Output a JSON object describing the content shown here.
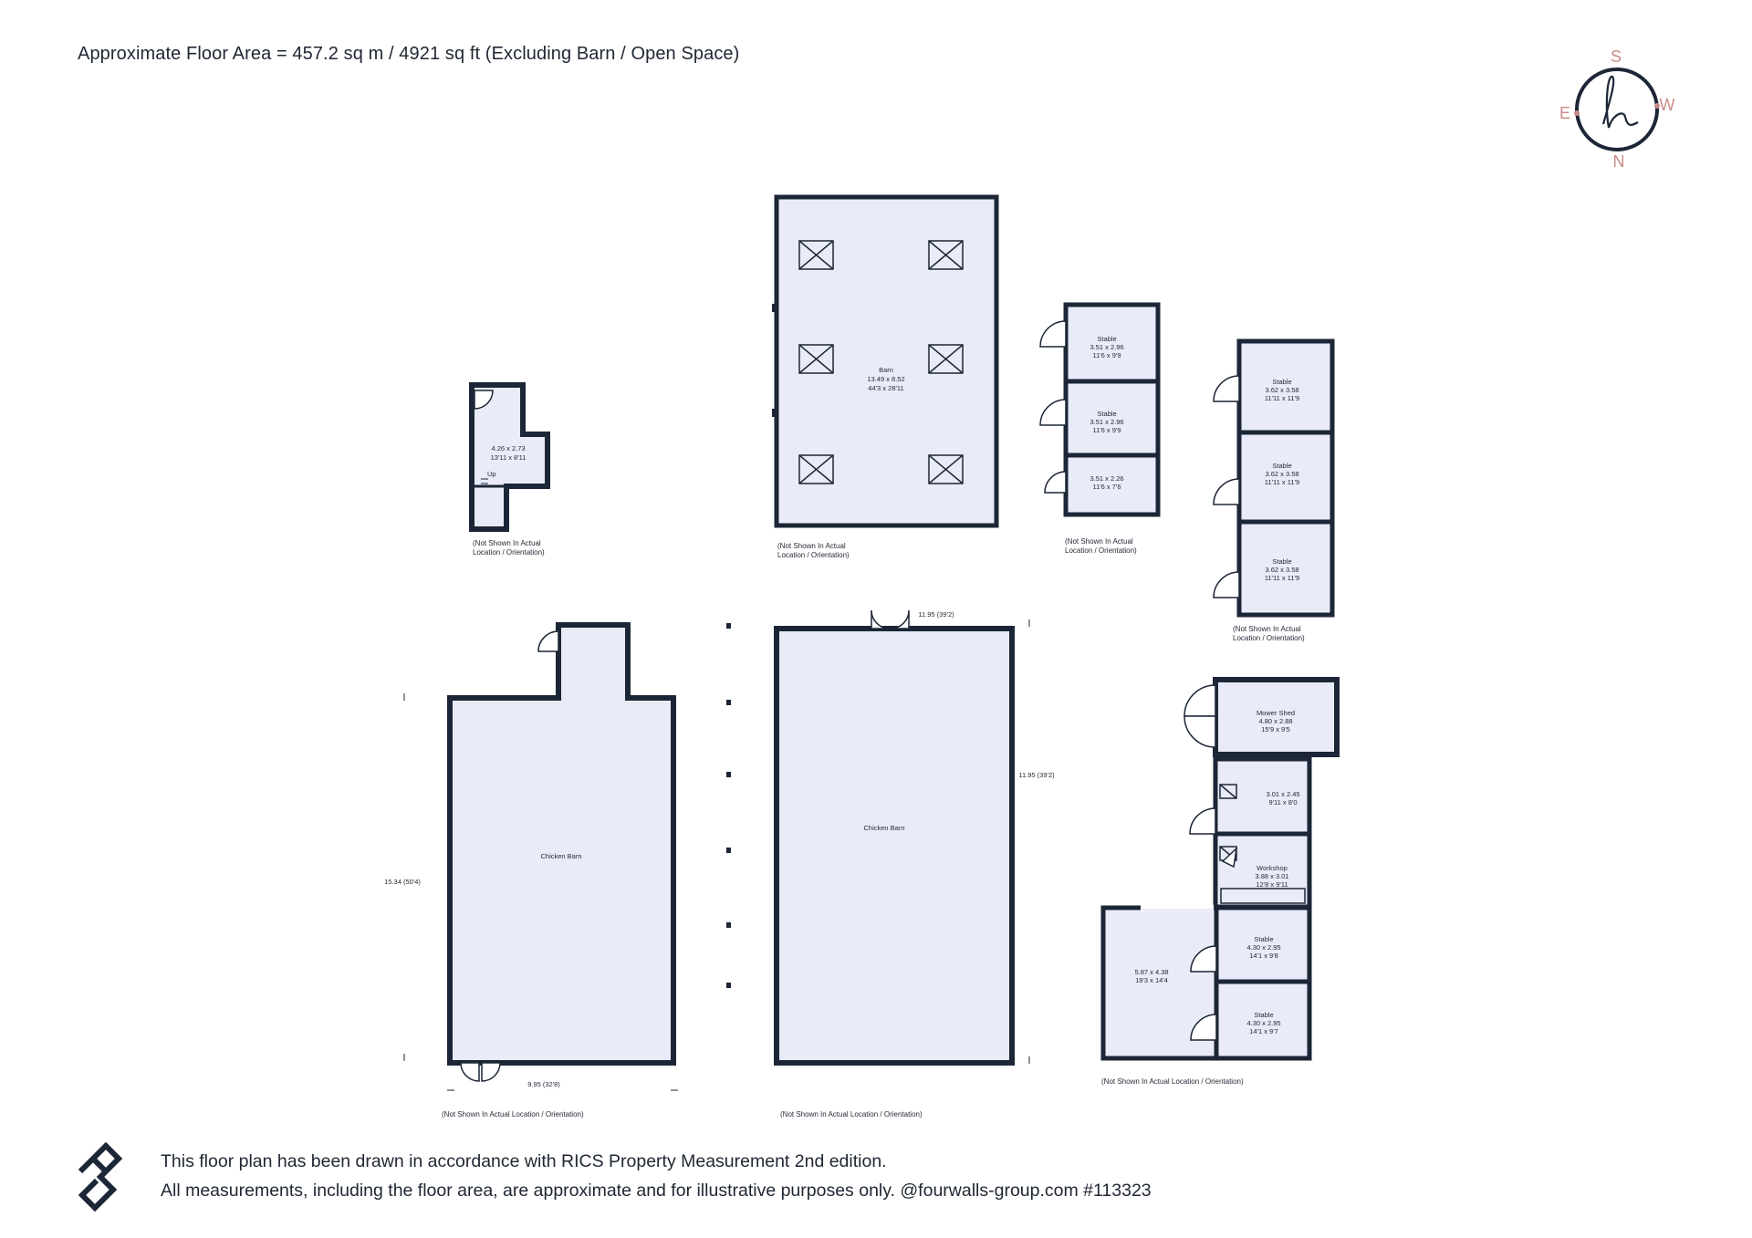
{
  "header": {
    "floor_area": "Approximate Floor Area = 457.2 sq m / 4921 sq ft (Excluding Barn / Open Space)"
  },
  "compass": {
    "s": "S",
    "w": "W",
    "e": "E",
    "n": "N",
    "accent": "#c98b87"
  },
  "colors": {
    "wall": "#1c2636",
    "room_fill": "#e9ebf8"
  },
  "note": "(Not Shown In Actual Location / Orientation)",
  "note_split": [
    "(Not Shown In Actual",
    "Location / Orientation)"
  ],
  "rooms": {
    "small": {
      "dims_m": "4.26 x 2.73",
      "dims_ft": "13'11 x 8'11",
      "up": "Up"
    },
    "barn": {
      "name": "Barn",
      "dims_m": "13.49 x 8.52",
      "dims_ft": "44'3 x 28'11"
    },
    "stable_a1": {
      "name": "Stable",
      "dims_m": "3.51 x 2.96",
      "dims_ft": "11'6 x 9'9"
    },
    "stable_a2": {
      "name": "Stable",
      "dims_m": "3.51 x 2.96",
      "dims_ft": "11'6 x 9'9"
    },
    "stable_a3": {
      "dims_m": "3.51 x 2.26",
      "dims_ft": "11'6 x 7'6"
    },
    "stable_b1": {
      "name": "Stable",
      "dims_m": "3.62 x 3.58",
      "dims_ft": "11'11 x 11'9"
    },
    "stable_b2": {
      "name": "Stable",
      "dims_m": "3.62 x 3.58",
      "dims_ft": "11'11 x 11'9"
    },
    "stable_b3": {
      "name": "Stable",
      "dims_m": "3.62 x 3.58",
      "dims_ft": "11'11 x 11'9"
    },
    "chicken_barn_1": {
      "name": "Chicken Barn",
      "dim_h": "15.34 (50'4)",
      "dim_w": "9.95 (32'8)"
    },
    "chicken_barn_2": {
      "name": "Chicken Barn",
      "dim_top": "11.95 (39'2)",
      "dim_right": "11.95 (39'2)"
    },
    "mower_shed": {
      "name": "Mower Shed",
      "dims_m": "4.80 x 2.88",
      "dims_ft": "15'9 x 9'5"
    },
    "store": {
      "dims_m": "3.01 x 2.45",
      "dims_ft": "9'11 x 8'0"
    },
    "workshop": {
      "name": "Workshop",
      "dims_m": "3.88 x 3.01",
      "dims_ft": "12'8 x 9'11"
    },
    "stable_c1": {
      "name": "Stable",
      "dims_m": "4.30 x 2.95",
      "dims_ft": "14'1 x 9'8"
    },
    "stable_c2": {
      "name": "Stable",
      "dims_m": "4.30 x 2.95",
      "dims_ft": "14'1 x 9'7"
    },
    "open": {
      "dims_m": "5.87 x 4.38",
      "dims_ft": "19'3 x 14'4"
    }
  },
  "footer": {
    "line1": "This floor plan has been drawn in accordance with RICS Property Measurement 2nd edition.",
    "line2": "All measurements, including the floor area, are approximate and for illustrative purposes only. @fourwalls-group.com #113323"
  }
}
